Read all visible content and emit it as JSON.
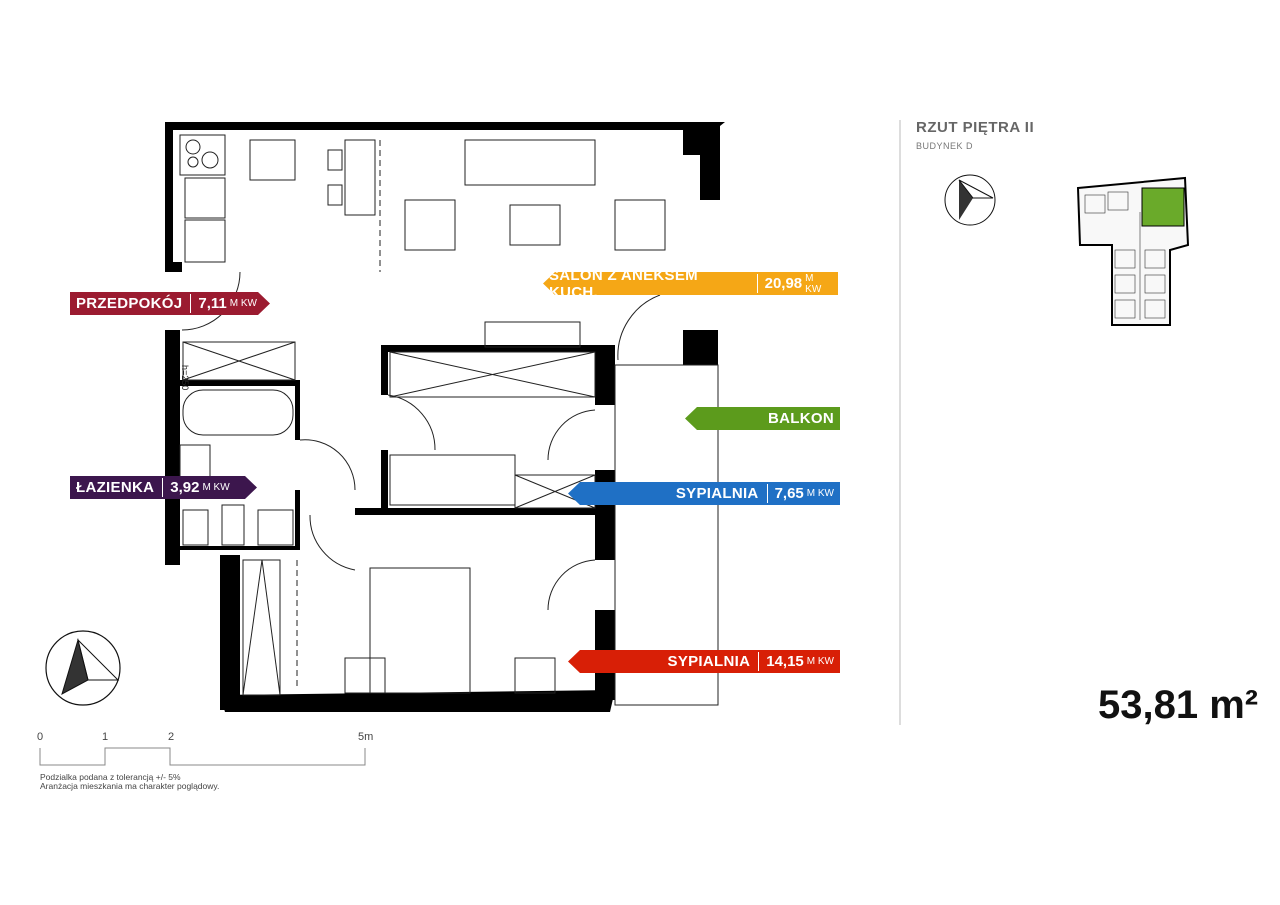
{
  "header": {
    "title": "RZUT PIĘTRA II",
    "subtitle": "BUDYNEK D"
  },
  "total_area": "53,81 m²",
  "rooms": [
    {
      "name": "PRZEDPOKÓJ",
      "area": "7,11",
      "unit": "M KW",
      "color": "#9b1b30"
    },
    {
      "name": "SALON Z ANEKSEM KUCH.",
      "area": "20,98",
      "unit": "M KW",
      "color": "#f5a716"
    },
    {
      "name": "BALKON",
      "color": "#5c9b1c"
    },
    {
      "name": "ŁAZIENKA",
      "area": "3,92",
      "unit": "M KW",
      "color": "#3c164d"
    },
    {
      "name": "SYPIALNIA",
      "area": "7,65",
      "unit": "M KW",
      "color": "#1f70c5"
    },
    {
      "name": "SYPIALNIA",
      "area": "14,15",
      "unit": "M KW",
      "color": "#d81f06"
    }
  ],
  "plan_annotation": "h=250",
  "scale": {
    "labels": [
      "0",
      "1",
      "2",
      "5m"
    ]
  },
  "notes": [
    "Podzialka podana z tolerancją +/- 5%",
    "Aranżacja mieszkania ma charakter poglądowy."
  ],
  "highlight_color": "#6aaa2a"
}
